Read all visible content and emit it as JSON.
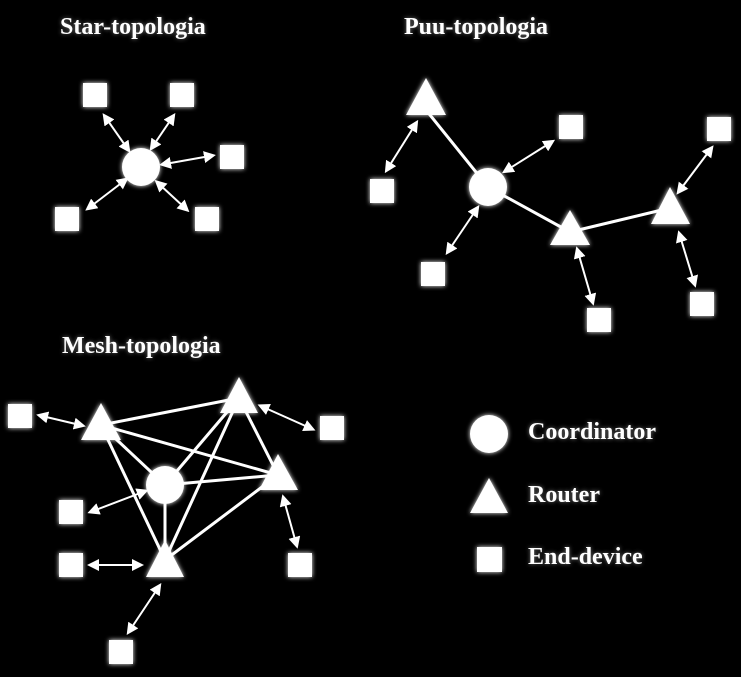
{
  "colors": {
    "background": "#000000",
    "foreground": "#ffffff"
  },
  "diagrams": {
    "star": {
      "title": "Star-topologia"
    },
    "tree": {
      "title": "Puu-topologia"
    },
    "mesh": {
      "title": "Mesh-topologia"
    }
  },
  "legend": {
    "coordinator": {
      "label": "Coordinator",
      "shape": "circle"
    },
    "router": {
      "label": "Router",
      "shape": "triangle"
    },
    "end_device": {
      "label": "End-device",
      "shape": "square"
    }
  }
}
